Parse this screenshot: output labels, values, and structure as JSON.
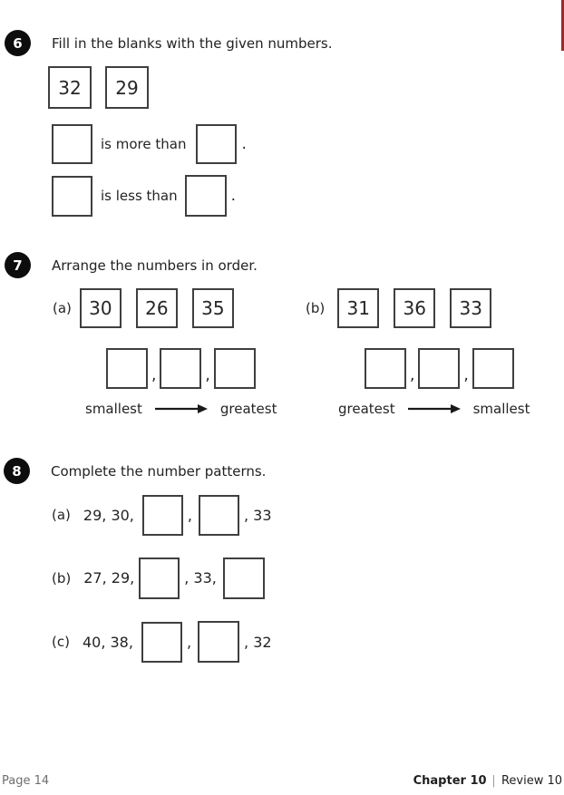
{
  "colors": {
    "accent_red": "#9b2a26",
    "box_border": "#3f3f3f",
    "badge_black": "#0d0d0d"
  },
  "q6": {
    "number": "6",
    "instruction": "Fill in the blanks with the given numbers.",
    "given_numbers": [
      "32",
      "29"
    ],
    "statements": [
      {
        "text": "is more than",
        "period": "."
      },
      {
        "text": "is less than",
        "period": "."
      }
    ]
  },
  "q7": {
    "number": "7",
    "instruction": "Arrange the numbers in order.",
    "comma": ",",
    "parts": [
      {
        "label": "(a)",
        "numbers": [
          "30",
          "26",
          "35"
        ],
        "order_from": "smallest",
        "order_to": "greatest"
      },
      {
        "label": "(b)",
        "numbers": [
          "31",
          "36",
          "33"
        ],
        "order_from": "greatest",
        "order_to": "smallest"
      }
    ]
  },
  "q8": {
    "number": "8",
    "instruction": "Complete the number patterns.",
    "parts": [
      {
        "label": "(a)",
        "before": "29, 30,",
        "between": ",",
        "after": ", 33"
      },
      {
        "label": "(b)",
        "before": "27, 29,",
        "between": ", 33,",
        "after": ""
      },
      {
        "label": "(c)",
        "before": "40, 38,",
        "between": ",",
        "after": ", 32"
      }
    ]
  },
  "footer": {
    "page_label": "Page 14",
    "chapter_label": "Chapter 10",
    "separator": "|",
    "review_label": "Review 10"
  }
}
